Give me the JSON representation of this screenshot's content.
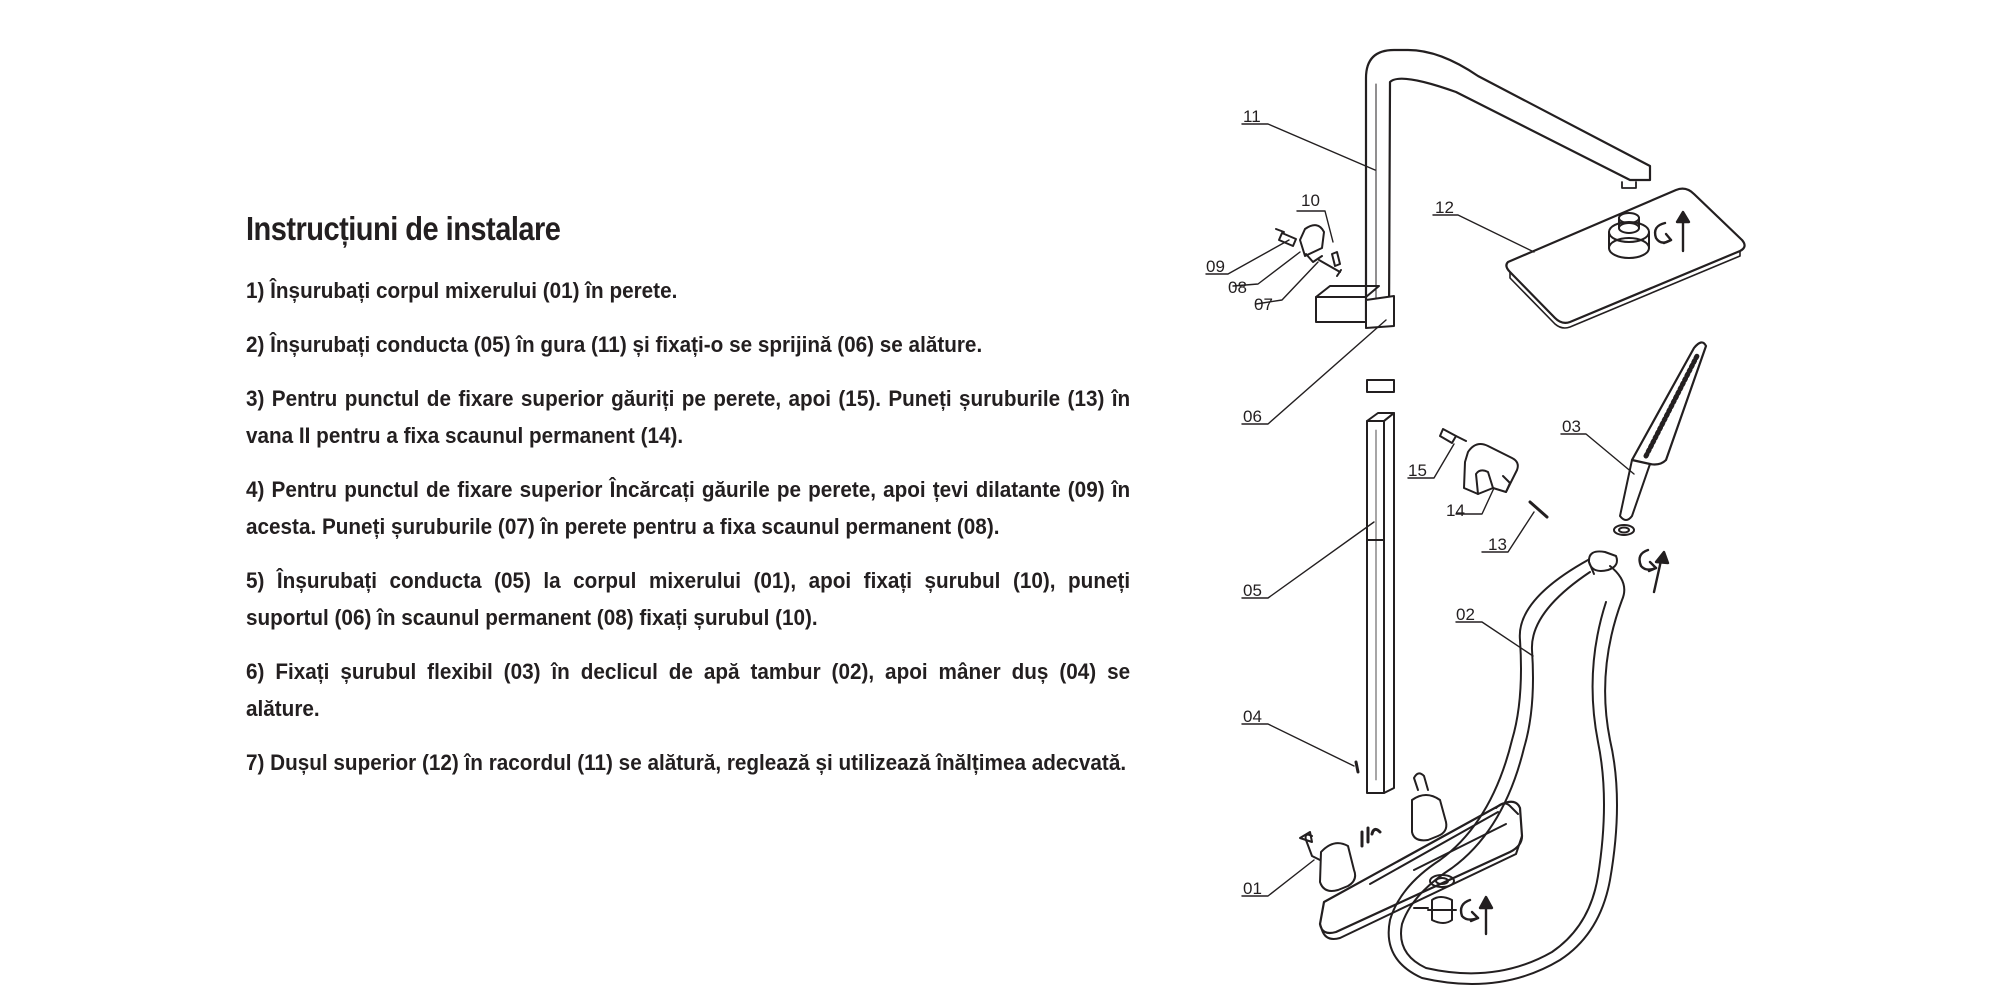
{
  "document": {
    "title": "Instrucțiuni de instalare",
    "steps": [
      "1) Înșurubați corpul mixerului (01) în perete.",
      "2) Înșurubați conducta (05) în gura (11) și fixați-o se sprijină (06) se alăture.",
      "3) Pentru punctul de fixare superior găuriți pe perete, apoi (15). Puneți șuruburile (13) în vana II pentru a fixa scaunul permanent (14).",
      "4) Pentru punctul de fixare superior Încărcați găurile pe perete, apoi țevi dilatante (09) în acesta. Puneți șuruburile (07) în perete pentru a fixa scaunul permanent (08).",
      "5) Înșurubați conducta (05) la corpul mixerului (01), apoi fixați șurubul (10), puneți suportul (06) în scaunul permanent (08) fixați șurubul (10).",
      "6) Fixați șurubul flexibil (03) în declicul de apă tambur (02), apoi mâner duș (04) se alăture.",
      "7) Dușul superior (12) în racordul (11) se alătură, reglează și utilizează înălțimea adecvată."
    ]
  },
  "diagram": {
    "part_labels": {
      "p01": "01",
      "p02": "02",
      "p03": "03",
      "p04": "04",
      "p05": "05",
      "p06": "06",
      "p07": "07",
      "p08": "08",
      "p09": "09",
      "p10": "10",
      "p11": "11",
      "p12": "12",
      "p13": "13",
      "p14": "14",
      "p15": "15"
    },
    "line_color": "#231f20"
  }
}
